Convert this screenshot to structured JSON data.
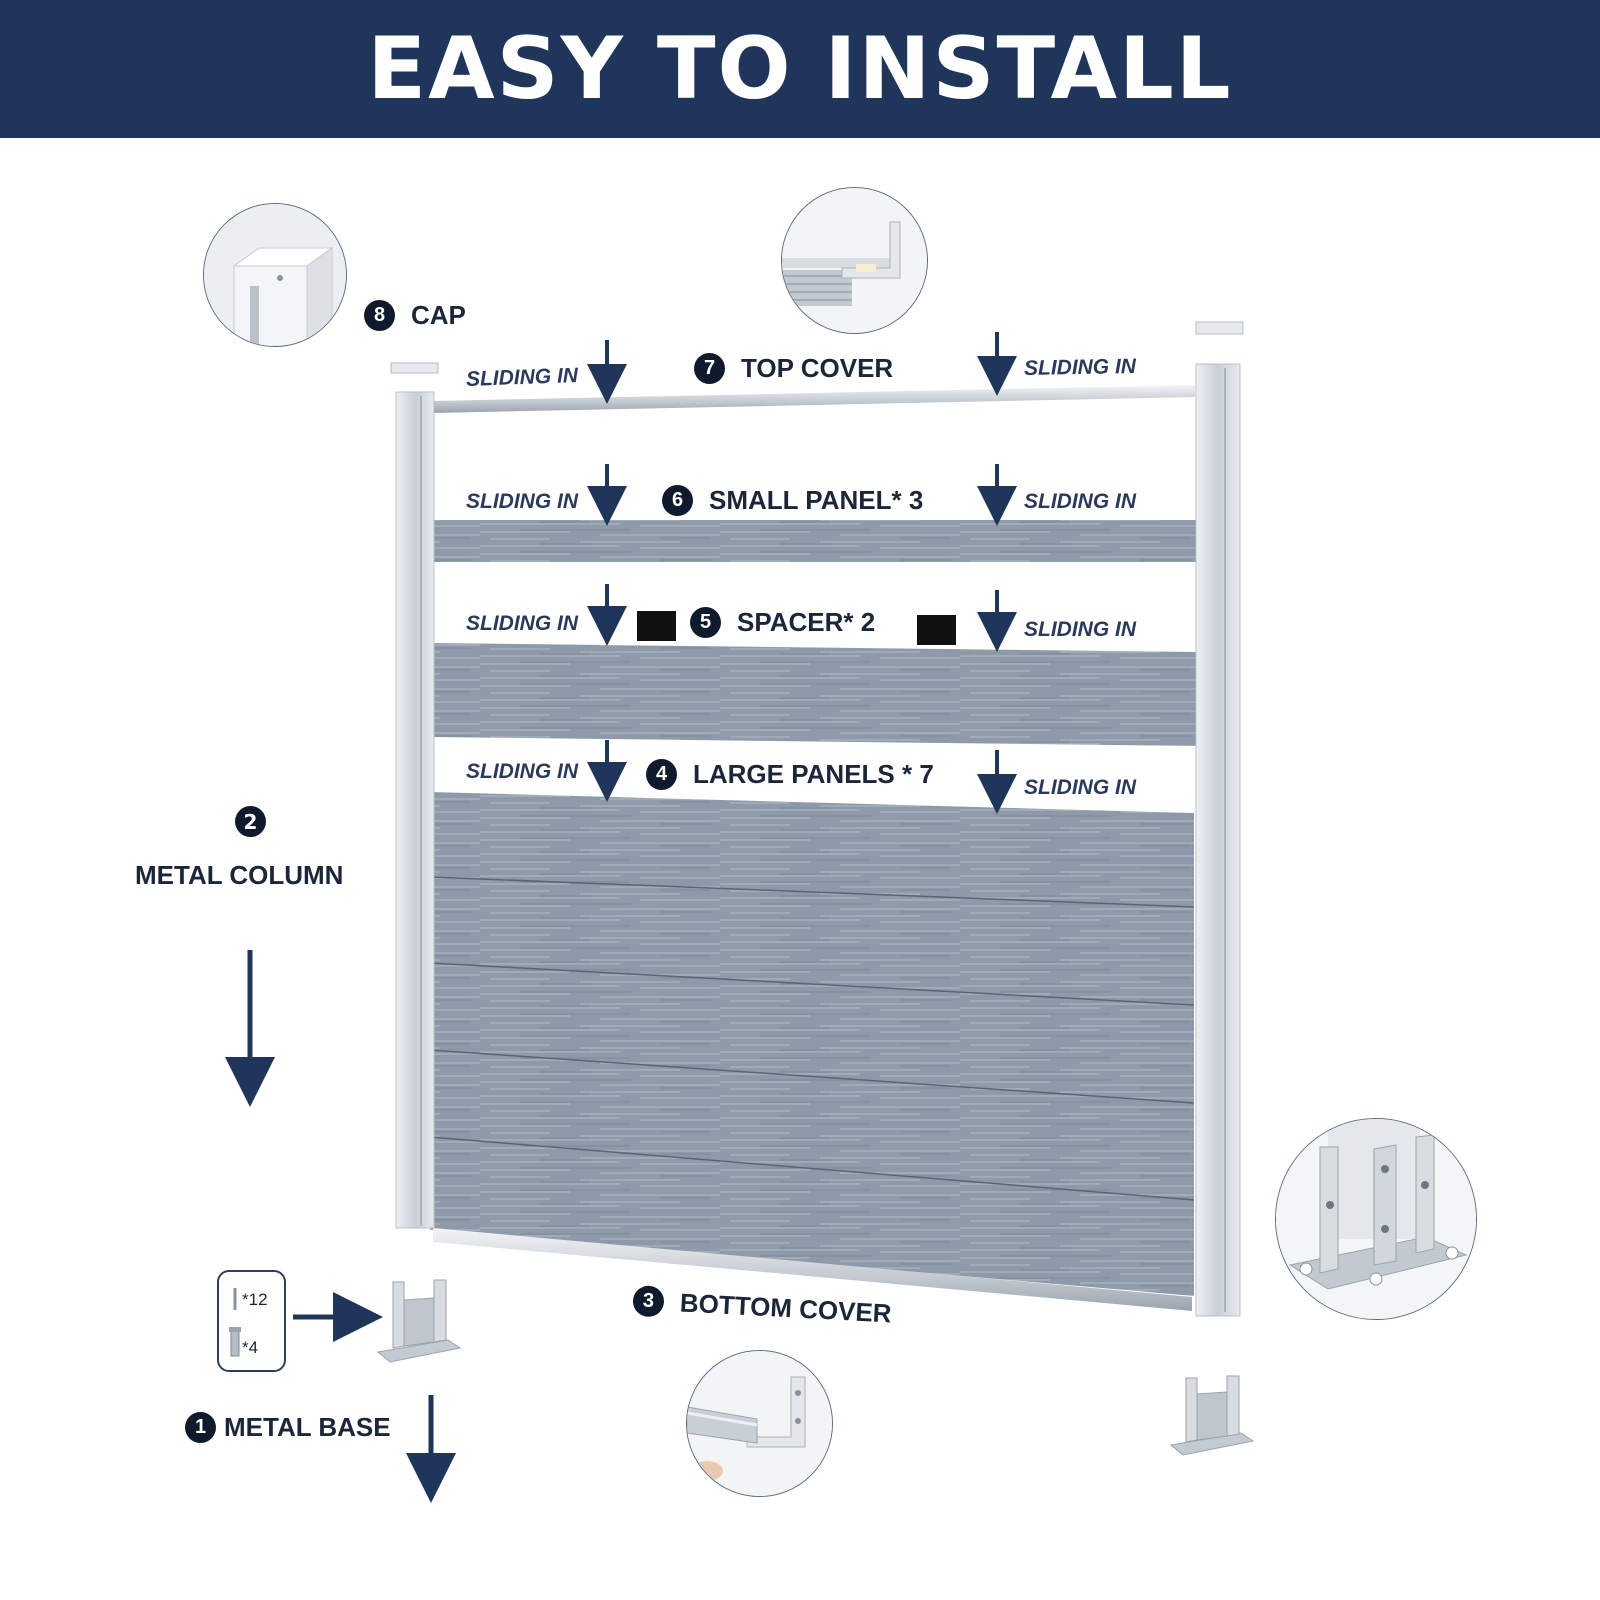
{
  "header": {
    "title": "EASY TO INSTALL"
  },
  "labels": {
    "cap": {
      "num": "8",
      "text": "CAP"
    },
    "top_cover": {
      "num": "7",
      "text": "TOP COVER"
    },
    "small_panel": {
      "num": "6",
      "text": "SMALL PANEL* 3"
    },
    "spacer": {
      "num": "5",
      "text": "SPACER* 2"
    },
    "large_panels": {
      "num": "4",
      "text": "LARGE PANELS * 7"
    },
    "metal_column": {
      "num": "2",
      "text": "METAL COLUMN"
    },
    "bottom_cover": {
      "num": "3",
      "text": "BOTTOM COVER"
    },
    "metal_base": {
      "num": "1",
      "text": "METAL BASE"
    }
  },
  "sliding_in": "SLIDING IN",
  "kit": {
    "screws": "*12",
    "anchors": "*4"
  },
  "colors": {
    "banner": "#1f3559",
    "arrow": "#1f3559",
    "panel": "#8d99a8",
    "metal": "#d7dbe0",
    "spacer": "#111111"
  }
}
